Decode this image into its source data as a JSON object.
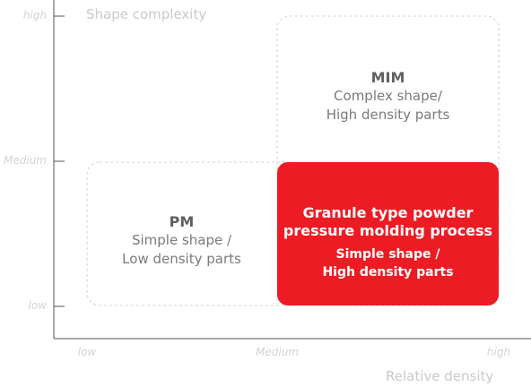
{
  "axes": {
    "y_title": "Shape complexity",
    "x_title": "Relative density",
    "y_ticks": [
      "high",
      "Medium",
      "low"
    ],
    "x_ticks": [
      "low",
      "Medium",
      "high"
    ]
  },
  "colors": {
    "axis": "#555555",
    "dashed_border": "#dcdcdc",
    "highlight": "#ed1c24",
    "muted_text": "#7a7a7a"
  },
  "boxes": {
    "mim": {
      "title": "MIM",
      "line1": "Complex shape/",
      "line2": "High density parts"
    },
    "pm": {
      "title": "PM",
      "line1": "Simple shape /",
      "line2": "Low density parts"
    },
    "granule": {
      "title_line1": "Granule type powder",
      "title_line2": "pressure molding process",
      "sub_line1": "Simple shape /",
      "sub_line2": "High density parts"
    }
  }
}
